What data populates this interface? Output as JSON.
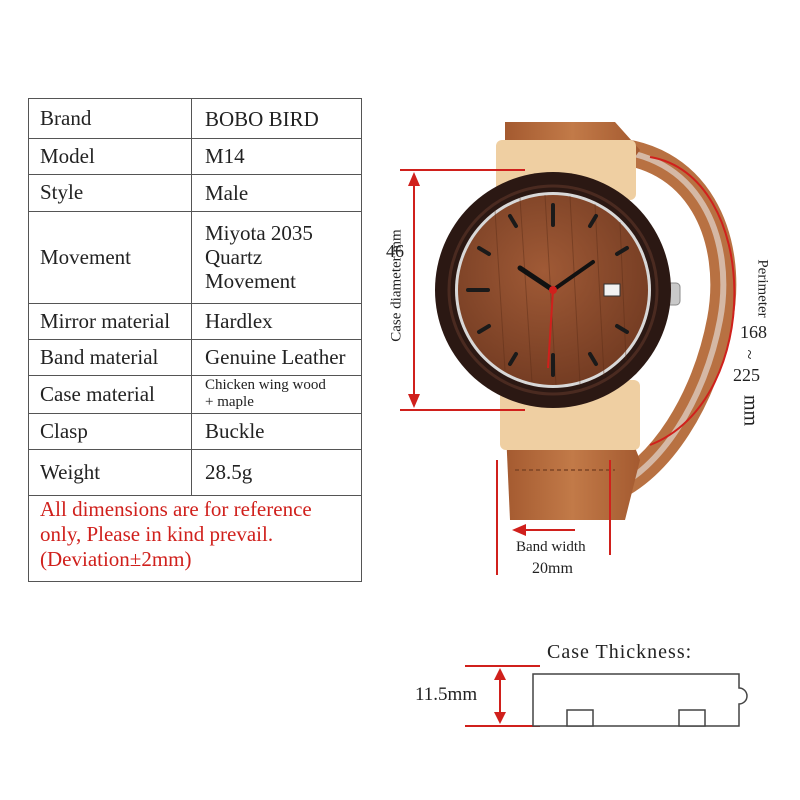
{
  "specs": [
    {
      "label": "Brand",
      "value": "BOBO BIRD"
    },
    {
      "label": "Model",
      "value": "M14"
    },
    {
      "label": "Style",
      "value": "Male"
    },
    {
      "label": "Movement",
      "value": "Miyota 2035\nQuartz\nMovement"
    },
    {
      "label": "Mirror material",
      "value": "Hardlex"
    },
    {
      "label": "Band material",
      "value": "Genuine Leather"
    },
    {
      "label": "Case material",
      "value": "Chicken wing wood\n+ maple"
    },
    {
      "label": "Clasp",
      "value": "Buckle"
    },
    {
      "label": "Weight",
      "value": "28.5g"
    }
  ],
  "note": [
    "All dimensions are for reference",
    "only, Please in kind prevail.",
    "(Deviation±2mm)"
  ],
  "annotations": {
    "case_diameter_value": "46",
    "case_diameter_label": "Case diameter  mm",
    "perimeter_label": "Perimeter",
    "perimeter_min": "168",
    "perimeter_sep": "~",
    "perimeter_max": "225",
    "perimeter_unit": "mm",
    "band_width_label": "Band width",
    "band_width_value": "20mm",
    "case_thickness_title": "Case  Thickness:",
    "case_thickness_value": "11.5mm"
  },
  "colors": {
    "accent_red": "#d0201c",
    "strap": "#b66a3b",
    "strap_dark": "#8f4f2a",
    "maple": "#efcfa2",
    "bezel": "#2b1813",
    "dial": "#8a4a2c"
  }
}
